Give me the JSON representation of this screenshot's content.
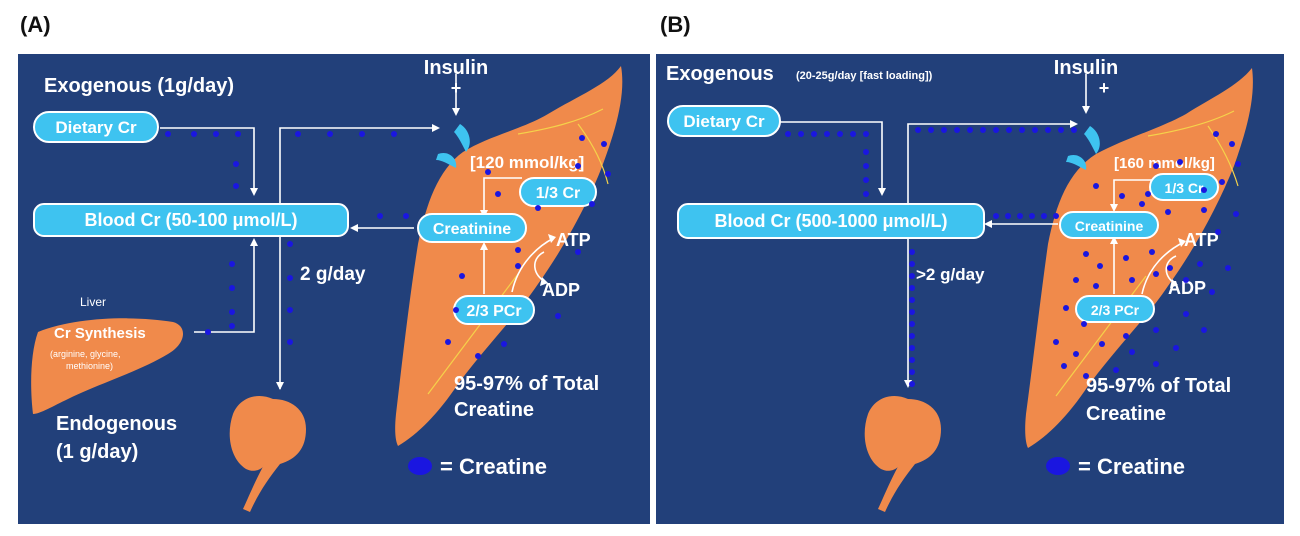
{
  "panels": [
    {
      "label": "(A)",
      "exogenous_label": "Exogenous (1g/day)",
      "exogenous_note": "",
      "insulin_label": "Insulin",
      "insulin_sign": "+",
      "dietary_label": "Dietary Cr",
      "blood_label": "Blood Cr (50-100 μmol/L)",
      "muscle_conc": "[120 mmol/kg]",
      "cr_third": "1/3 Cr",
      "creatinine": "Creatinine",
      "atp": "ATP",
      "adp": "ADP",
      "pcr": "2/3 PCr",
      "excretion": "2 g/day",
      "liver_label": "Liver",
      "synthesis_label": "Cr Synthesis",
      "synthesis_detail_1": "(arginine, glycine,",
      "synthesis_detail_2": "methionine)",
      "endogenous_1": "Endogenous",
      "endogenous_2": "(1 g/day)",
      "total_1": "95-97% of Total",
      "total_2": "Creatine",
      "legend": "= Creatine"
    },
    {
      "label": "(B)",
      "exogenous_label": "Exogenous",
      "exogenous_note": "(20-25g/day [fast loading])",
      "insulin_label": "Insulin",
      "insulin_sign": "+",
      "dietary_label": "Dietary Cr",
      "blood_label": "Blood Cr (500-1000 μmol/L)",
      "muscle_conc": "[160 mmol/kg]",
      "cr_third": "1/3 Cr",
      "creatinine": "Creatinine",
      "atp": "ATP",
      "adp": "ADP",
      "pcr": "2/3 PCr",
      "excretion": ">2 g/day",
      "total_1": "95-97% of Total",
      "total_2": "Creatine",
      "legend": "= Creatine"
    }
  ],
  "colors": {
    "background": "#22407a",
    "organ": "#f08a4b",
    "pill": "#3ec3f0",
    "creatine_dot": "#1a16e0",
    "text": "#ffffff"
  }
}
